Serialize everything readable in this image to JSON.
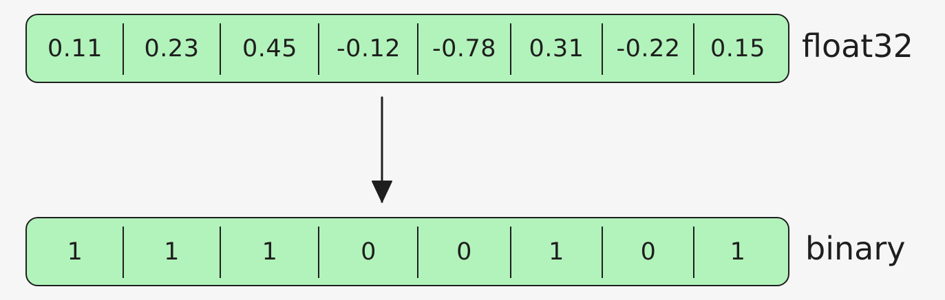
{
  "float_vector": {
    "values": [
      "0.11",
      "0.23",
      "0.45",
      "-0.12",
      "-0.78",
      "0.31",
      "-0.22",
      "0.15"
    ],
    "label": "float32"
  },
  "binary_vector": {
    "values": [
      "1",
      "1",
      "1",
      "0",
      "0",
      "1",
      "0",
      "1"
    ],
    "label": "binary"
  },
  "colors": {
    "cell_fill": "#b2f2bb",
    "stroke": "#1e1e1e",
    "background": "#f6f6f6"
  }
}
